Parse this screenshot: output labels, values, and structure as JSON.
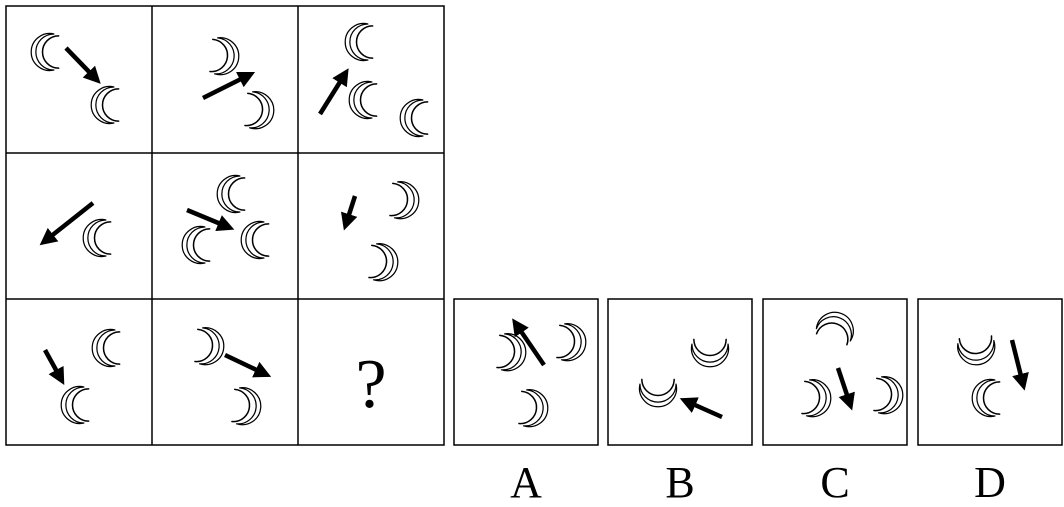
{
  "puzzle": {
    "question_mark": "?",
    "options": [
      {
        "id": "option-a",
        "label": "A"
      },
      {
        "id": "option-b",
        "label": "B"
      },
      {
        "id": "option-c",
        "label": "C"
      },
      {
        "id": "option-d",
        "label": "D"
      }
    ]
  },
  "glyphs": {
    "shape": "crescent-moon-icon",
    "arrow": "arrow-icon"
  },
  "colors": {
    "stroke": "#000000",
    "background": "#ffffff"
  }
}
